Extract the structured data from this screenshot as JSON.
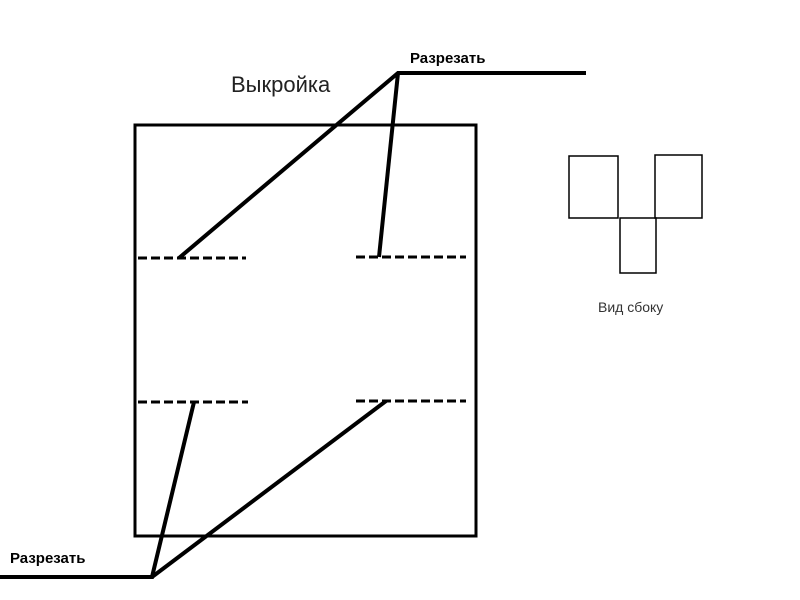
{
  "diagram": {
    "title": "Выкройка",
    "callout_top": "Разрезать",
    "callout_bottom": "Разрезать",
    "side_view_caption": "Вид сбоку"
  }
}
